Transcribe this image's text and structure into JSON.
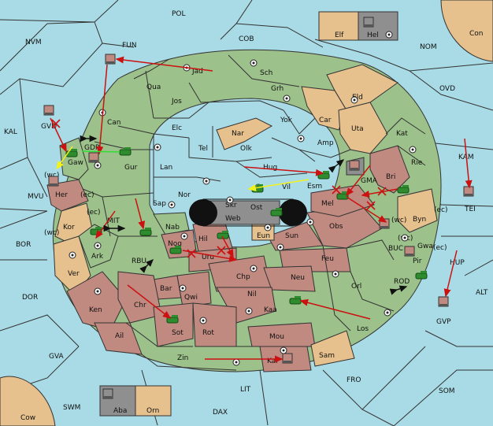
{
  "colors": {
    "sea": "#a9dbe6",
    "green": "#9cc18a",
    "tan": "#e6c18e",
    "red": "#c08a80",
    "grey": "#8f8f8f",
    "black": "#111111",
    "order_red": "#cc1111",
    "order_yellow": "#f2f21a",
    "order_green": "#33dd33",
    "unit_green": "#2e8b2e"
  },
  "sea_labels": {
    "pol": "POL",
    "fun": "FUN",
    "cob": "COB",
    "nvm": "NVM",
    "nom": "NOM",
    "con": "Con",
    "ovd": "OVD",
    "kal": "KAL",
    "kam": "KAM",
    "tei": "TEI",
    "mvu": "MVU",
    "mit": "MIT",
    "bor": "BOR",
    "dor": "DOR",
    "rbu": "RBU",
    "buc": "BUC",
    "hup": "HUP",
    "rod": "ROD",
    "alt": "ALT",
    "gvp": "GVP",
    "gva": "GVA",
    "fro": "FRO",
    "lit": "LIT",
    "som": "SOM",
    "swm": "SWM",
    "dax": "DAX",
    "cow": "Cow",
    "gvd": "GVD",
    "gdr": "GDR"
  },
  "land_labels": {
    "jad": "Jad",
    "sch": "Sch",
    "qua": "Qua",
    "jos": "Jos",
    "grh": "Grh",
    "can": "Can",
    "elc": "Elc",
    "nar": "Nar",
    "yok": "Yok",
    "car": "Car",
    "eld": "Eld",
    "uta": "Uta",
    "kat": "Kat",
    "tel": "Tel",
    "olk": "Olk",
    "amp": "Amp",
    "gur": "Gur",
    "lan": "Lan",
    "hug": "Hug",
    "gma": "GMA",
    "rie": "Rie",
    "bri": "Bri",
    "nor": "Nor",
    "vil": "Vil",
    "esm": "Esm",
    "skr": "Skr",
    "ost": "Ost",
    "web": "Web",
    "sap": "Sap",
    "mel": "Mel",
    "byn": "Byn",
    "gaw": "Gaw",
    "her": "Her",
    "kor": "Kor",
    "nab": "Nab",
    "eun": "Eun",
    "sun": "Sun",
    "obs": "Obs",
    "ark": "Ark",
    "nog": "Nog",
    "hil": "Hil",
    "uru": "Uru",
    "gwa": "Gwa",
    "pir": "Pir",
    "ver": "Ver",
    "feu": "Feu",
    "chp": "Chp",
    "neu": "Neu",
    "orl": "Orl",
    "bar": "Bar",
    "qwi": "Qwi",
    "nil": "Nil",
    "ken": "Ken",
    "chr": "Chr",
    "kaa": "Kaa",
    "ail": "Ail",
    "sot": "Sot",
    "rot": "Rot",
    "mou": "Mou",
    "los": "Los",
    "zin": "Zin",
    "kar": "Kar",
    "sam": "Sam",
    "elf": "Elf",
    "hel": "Hel",
    "aba": "Aba",
    "orn": "Orn"
  },
  "coast_labels": {
    "gaw_wc": "(wc)",
    "her_ec": "(ec)",
    "kor_wc": "(wc)",
    "ark_ec": "(ec)",
    "bri_wc": "(wc)",
    "byn_ec": "(ec)",
    "gwa_wc": "(wc)",
    "gwa_ec": "(ec)"
  }
}
